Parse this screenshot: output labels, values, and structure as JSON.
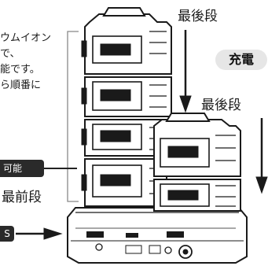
{
  "left_text": {
    "line1": "ウムイオン",
    "line2": "で、",
    "line3": "能です。",
    "line4": "ら順番に"
  },
  "labels": {
    "top_last": "最後段",
    "charge": "充電",
    "mid_last": "最後段",
    "front": "最前段"
  },
  "tags": {
    "possible": "可能",
    "s": "S"
  },
  "colors": {
    "ink": "#1a1a1a",
    "badge_bg": "#e6e6e6",
    "tag_bg": "#2a2a2a"
  }
}
